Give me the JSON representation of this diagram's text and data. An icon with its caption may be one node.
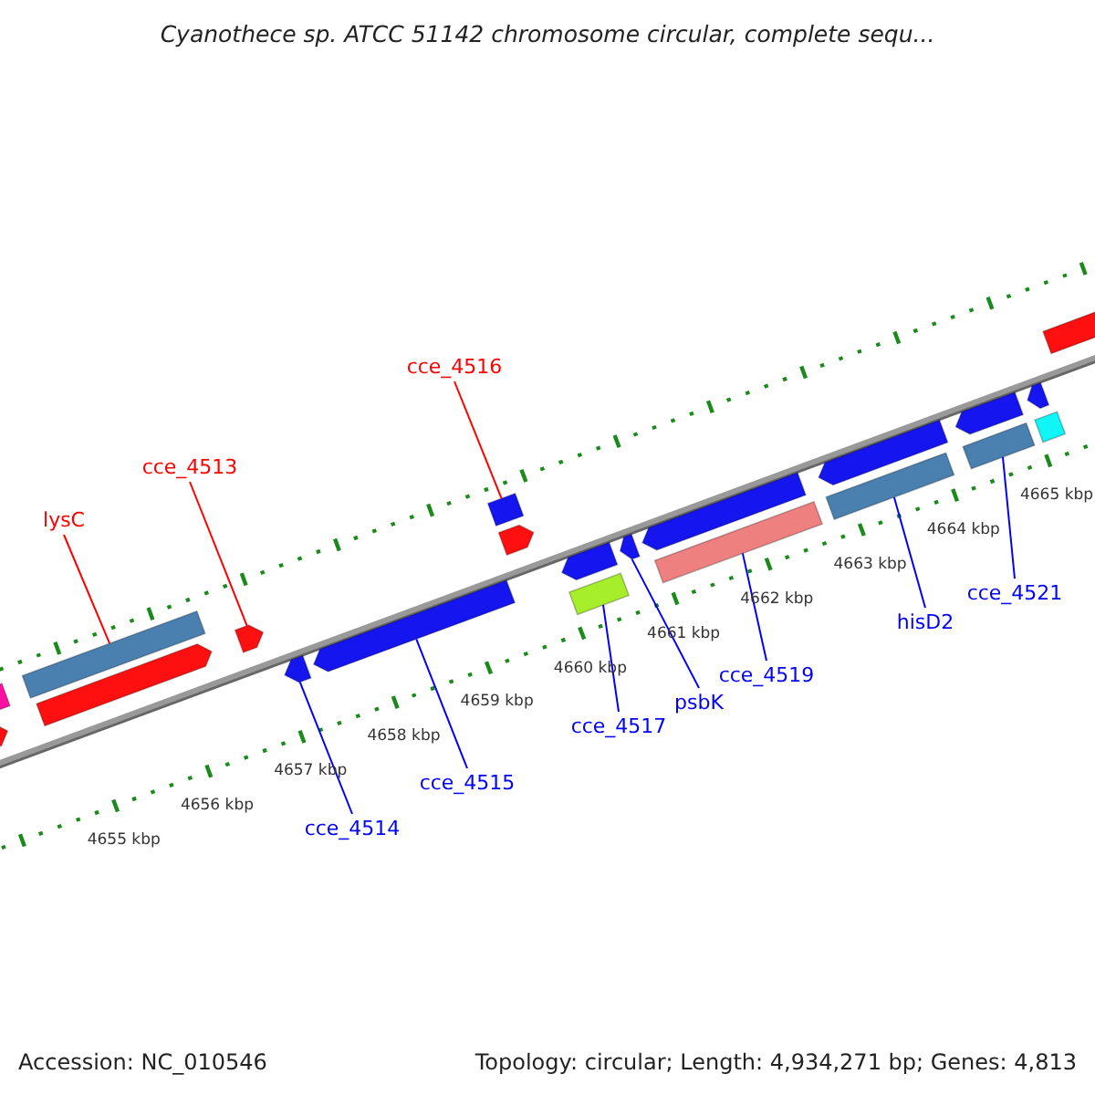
{
  "diagram": {
    "title": "Cyanothece sp. ATCC 51142 chromosome circular, complete sequ...",
    "nodes": [
      {
        "text": [
          "lysC"
        ]
      },
      {
        "text": [
          "cce_4513"
        ]
      },
      {
        "text": [
          "cce_4514"
        ]
      },
      {
        "text": [
          "cce_4516"
        ]
      },
      {
        "text": [
          "cce_4515"
        ]
      },
      {
        "text": [
          "cce_4517"
        ]
      },
      {
        "text": [
          "psbK"
        ]
      },
      {
        "text": [
          "cce_4519"
        ]
      },
      {
        "text": [
          "hisD2"
        ]
      },
      {
        "text": [
          "cce_4521"
        ]
      },
      {
        "text": [],
        "shape": "bar"
      },
      {
        "text": [],
        "shape": "arrow"
      },
      {
        "text": [],
        "shape": "bar"
      },
      {
        "text": [],
        "shape": "arrow"
      },
      {
        "text": [],
        "shape": "arrow"
      },
      {
        "text": [],
        "shape": "arrow"
      },
      {
        "text": [],
        "shape": "arrow"
      },
      {
        "text": [],
        "shape": "bar"
      },
      {
        "text": [],
        "shape": "arrow"
      },
      {
        "text": [],
        "shape": "arrow"
      },
      {
        "text": [],
        "shape": "bar"
      },
      {
        "text": [],
        "shape": "arrow"
      },
      {
        "text": [],
        "shape": "arrow"
      },
      {
        "text": [],
        "shape": "bar"
      },
      {
        "text": [],
        "shape": "arrow"
      },
      {
        "text": [],
        "shape": "bar"
      },
      {
        "text": [],
        "shape": "arrow"
      },
      {
        "text": [],
        "shape": "bar"
      },
      {
        "text": [],
        "shape": "arrow"
      },
      {
        "text": [],
        "shape": "bar"
      },
      {
        "text": [],
        "shape": "arrow"
      }
    ],
    "edges": [
      {
        "from": 0,
        "to": 12,
        "arrow": "none",
        "color": "#ff0000"
      },
      {
        "from": 1,
        "to": 14,
        "arrow": "none",
        "color": "#ff0000"
      },
      {
        "from": 2,
        "to": 15,
        "arrow": "none"
      },
      {
        "from": 3,
        "to": 17,
        "arrow": "none",
        "color": "#ff0000"
      },
      {
        "from": 4,
        "to": 16,
        "arrow": "none"
      },
      {
        "from": 5,
        "to": 20,
        "arrow": "none"
      },
      {
        "from": 6,
        "to": 21,
        "arrow": "none"
      },
      {
        "from": 7,
        "to": 23,
        "arrow": "none"
      },
      {
        "from": 8,
        "to": 25,
        "arrow": "none"
      },
      {
        "from": 9,
        "to": 27,
        "arrow": "none"
      }
    ],
    "labels": [
      "4655 kbp",
      "4656 kbp",
      "4657 kbp",
      "4658 kbp",
      "4659 kbp",
      "4660 kbp",
      "4661 kbp",
      "4662 kbp",
      "4663 kbp",
      "4664 kbp",
      "4665 kbp",
      "Accession: NC_010546",
      "Topology: circular; Length: 4,934,271 bp; Genes: 4,813"
    ]
  }
}
